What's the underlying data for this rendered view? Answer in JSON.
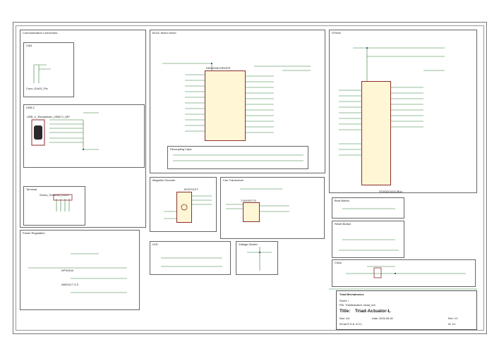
{
  "sheet": {
    "blocks": {
      "comm": "Communication Connectors",
      "can": "CAN",
      "usbc": "USB-C",
      "terminal": "Terminal",
      "power": "Power Regulation",
      "bldc": "BLDC Motor Driver",
      "decoupling": "Decoupling Caps",
      "magnetic": "Magnetic Encoder",
      "can_transceiver": "Can Transceiver",
      "led": "LED",
      "voltage_divider": "Voltage Divider",
      "stm32": "STM32",
      "boot": "Boot Button",
      "reset": "Reset Button",
      "clock": "Clock"
    },
    "parts": {
      "can_conn": "Conn_01x02_Pin",
      "usb_conn": "USB_C_Receptacle_USB2.0_16P",
      "terminal_conn": "Screw_Terminal_01x03",
      "driver_ic": "DRV8316CRRGFR",
      "mcu": "STM32G431CBUx",
      "encoder_ic": "MT6701CT",
      "can_ic": "TJA1051T/3",
      "regulator": "AMS1117-3.3",
      "buck": "AP3441A"
    },
    "title_block": {
      "company": "Triad Mechatronics",
      "sheet_label": "Sheet: /",
      "file": "File: TriadActuatorL.kicad_sch",
      "title_prefix": "Title:",
      "title": "Triad-Actuator-L",
      "size": "Size: A3",
      "date": "Date: 2025-05-06",
      "rev": "Rev: V1",
      "tool": "KiCad E.D.A. 8.0.1",
      "id": "Id: 1/1"
    }
  }
}
